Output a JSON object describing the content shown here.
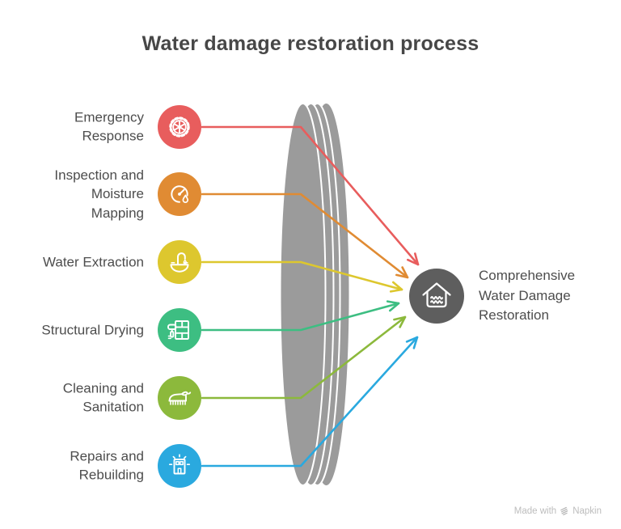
{
  "title": "Water damage restoration process",
  "items": [
    {
      "id": "emergency-response",
      "label": "Emergency\nResponse",
      "color": "#e85d5d",
      "icon": "helm-gear-icon"
    },
    {
      "id": "inspection-moisture",
      "label": "Inspection and\nMoisture\nMapping",
      "color": "#e08b33",
      "icon": "moisture-gauge-icon"
    },
    {
      "id": "water-extraction",
      "label": "Water Extraction",
      "color": "#ddc72e",
      "icon": "sink-icon"
    },
    {
      "id": "structural-drying",
      "label": "Structural Drying",
      "color": "#3dbe82",
      "icon": "wall-paint-roller-icon"
    },
    {
      "id": "cleaning-sanitation",
      "label": "Cleaning and\nSanitation",
      "color": "#8cb93c",
      "icon": "scrub-brush-icon"
    },
    {
      "id": "repairs-rebuilding",
      "label": "Repairs and\nRebuilding",
      "color": "#2aa9df",
      "icon": "building-sparkle-icon"
    }
  ],
  "result": {
    "label": "Comprehensive\nWater Damage\nRestoration",
    "color": "#5e5e5e",
    "icon": "flooded-house-icon"
  },
  "lens_color": "#9b9b9b",
  "watermark": {
    "made_with": "Made with",
    "brand": "Napkin"
  }
}
